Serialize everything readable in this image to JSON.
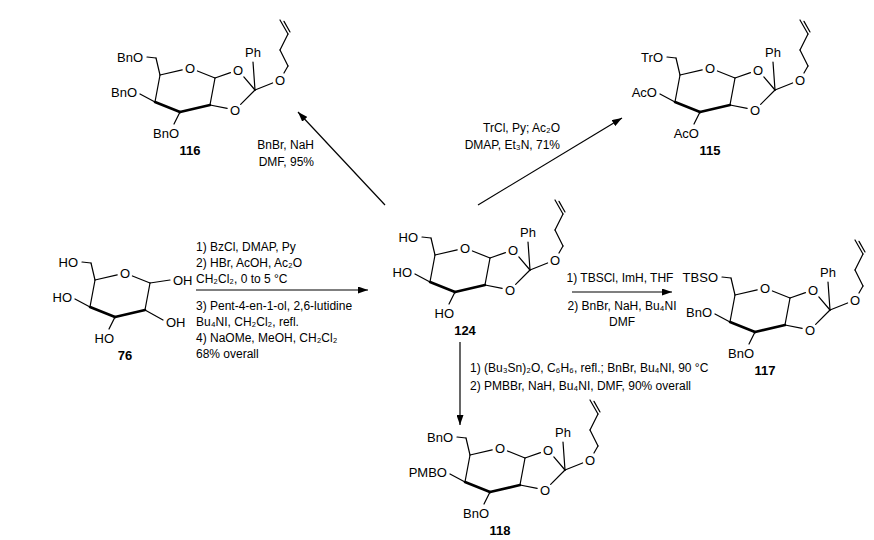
{
  "diagram": {
    "nodes": [
      {
        "text": [
          "BnO",
          "BnO",
          "BnO",
          "Ph",
          "O",
          "O",
          "O",
          "O",
          "116"
        ]
      },
      {
        "text": [
          "TrO",
          "AcO",
          "AcO",
          "Ph",
          "O",
          "O",
          "O",
          "O",
          "115"
        ]
      },
      {
        "text": [
          "HO",
          "HO",
          "HO",
          "O",
          "OH",
          "OH",
          "76"
        ]
      },
      {
        "text": [
          "HO",
          "HO",
          "HO",
          "Ph",
          "O",
          "O",
          "O",
          "O",
          "124"
        ]
      },
      {
        "text": [
          "TBSO",
          "BnO",
          "BnO",
          "Ph",
          "O",
          "O",
          "O",
          "O",
          "117"
        ]
      },
      {
        "text": [
          "BnO",
          "PMBO",
          "BnO",
          "Ph",
          "O",
          "O",
          "O",
          "O",
          "118"
        ]
      }
    ],
    "edges": [
      {
        "from": 2,
        "to": 3,
        "arrow": "to",
        "label": "1) BzCl, DMAP, Py"
      },
      {
        "from": 3,
        "to": 0,
        "arrow": "to",
        "label": "BnBr, NaH"
      },
      {
        "from": 3,
        "to": 1,
        "arrow": "to",
        "label": "TrCl, Py; Ac₂O"
      },
      {
        "from": 3,
        "to": 4,
        "arrow": "to",
        "label": "1) TBSCl, ImH, THF"
      },
      {
        "from": 3,
        "to": 5,
        "arrow": "to",
        "label": "1) (Bu₃Sn)₂O, C₆H₆, refl.; BnBr, Bu₄NI, 90 °C"
      }
    ],
    "labels": [
      "2) HBr, AcOH, Ac₂O",
      "CH₂Cl₂, 0 to 5 °C",
      "3) Pent-4-en-1-ol, 2,6-lutidine",
      "Bu₄NI, CH₂Cl₂, refl.",
      "4) NaOMe, MeOH, CH₂Cl₂",
      "68% overall",
      "DMF, 95%",
      "DMAP, Et₃N, 71%",
      "2) BnBr, NaH, Bu₄NI",
      "DMF",
      "2) PMBBr, NaH, Bu₄NI, DMF, 90% overall"
    ]
  }
}
